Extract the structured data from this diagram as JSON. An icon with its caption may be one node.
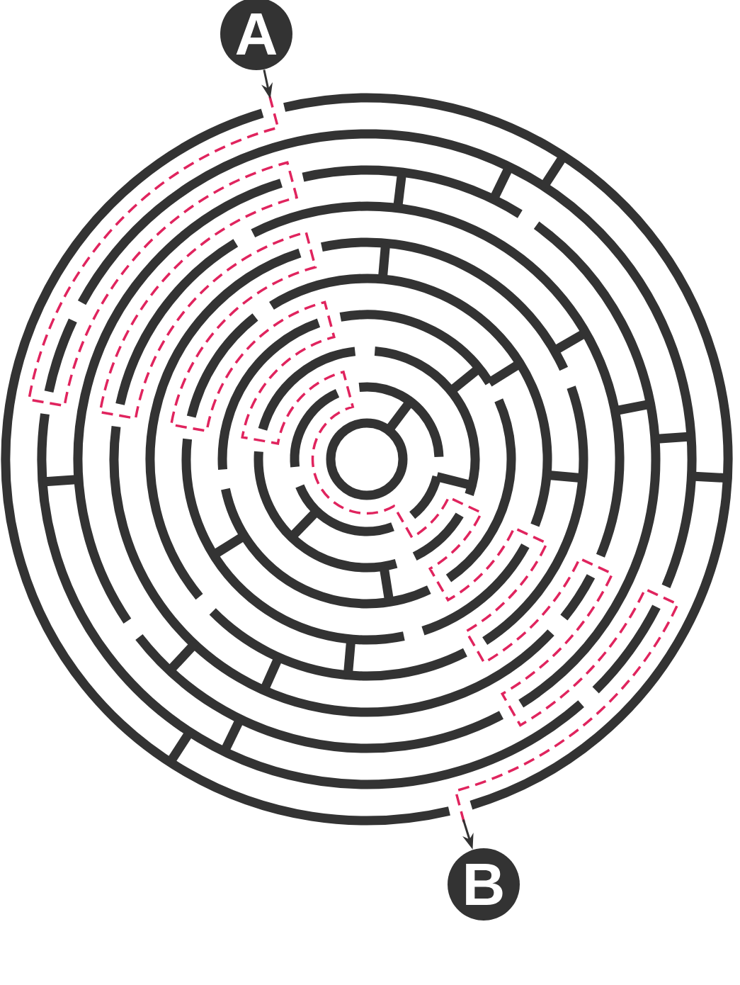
{
  "diagram": {
    "nodes": [
      {
        "text": [
          "A"
        ]
      },
      {
        "text": [],
        "shape": "picture"
      },
      {
        "text": [
          "B"
        ]
      }
    ],
    "edges": [
      {
        "from": 0,
        "to": 1,
        "arrow": "to"
      },
      {
        "from": 1,
        "to": 2,
        "arrow": "to"
      }
    ]
  }
}
